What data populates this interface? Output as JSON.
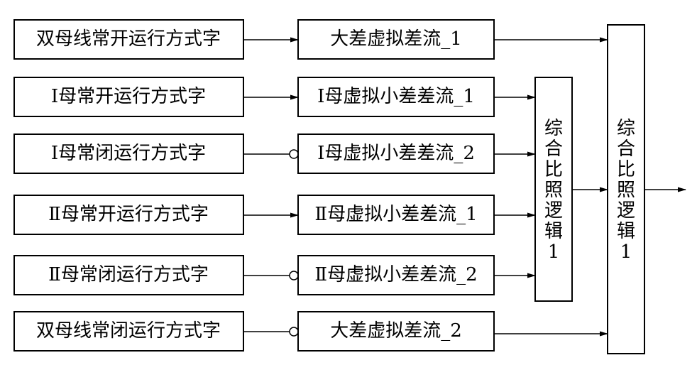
{
  "inputs": [
    {
      "label": "双母线常开运行方式字",
      "negated": false
    },
    {
      "label": "Ⅰ母常开运行方式字",
      "negated": false
    },
    {
      "label": "Ⅰ母常闭运行方式字",
      "negated": true
    },
    {
      "label": "Ⅱ母常开运行方式字",
      "negated": false
    },
    {
      "label": "Ⅱ母常闭运行方式字",
      "negated": true
    },
    {
      "label": "双母线常闭运行方式字",
      "negated": true
    }
  ],
  "outputs": [
    {
      "label": "大差虚拟差流_1"
    },
    {
      "label": "Ⅰ母虚拟小差差流_1"
    },
    {
      "label": "Ⅰ母虚拟小差差流_2"
    },
    {
      "label": "Ⅱ母虚拟小差差流_1"
    },
    {
      "label": "Ⅱ母虚拟小差差流_2"
    },
    {
      "label": "大差虚拟差流_2"
    }
  ],
  "logic_small": {
    "label": [
      "综",
      "合",
      "比",
      "照",
      "逻",
      "辑",
      "1"
    ]
  },
  "logic_main": {
    "label": [
      "综",
      "合",
      "比",
      "照",
      "逻",
      "辑",
      "1"
    ]
  }
}
